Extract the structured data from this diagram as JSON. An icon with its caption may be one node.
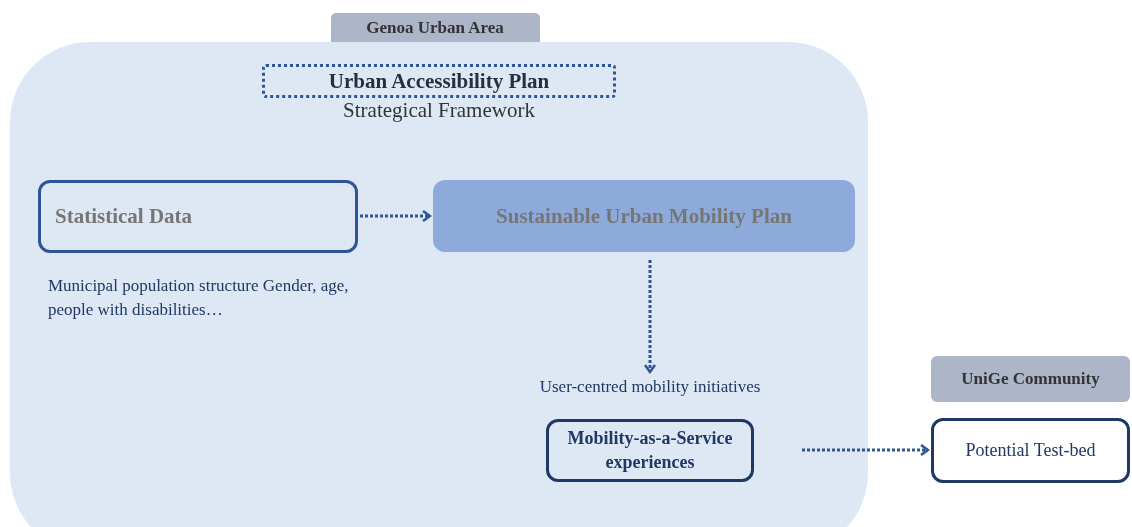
{
  "diagram": {
    "nodes": [
      {
        "text": [
          "Genoa Urban Area"
        ]
      },
      {
        "text": [
          "Urban Accessibility Plan"
        ],
        "beside": [
          "Strategical Framework"
        ],
        "in": 0
      },
      {
        "text": [
          "Statistical Data"
        ],
        "beside": [
          "Municipal population structure Gender, age, people with disabilities…"
        ],
        "in": 0
      },
      {
        "text": [
          "Sustainable Urban Mobility Plan"
        ],
        "in": 0
      },
      {
        "text": [
          "Mobility-as-a-Service experiences"
        ],
        "beside": [
          "User-centred mobility initiatives"
        ],
        "in": 0
      },
      {
        "text": [
          "UniGe Community"
        ]
      },
      {
        "text": [
          "Potential Test-bed"
        ]
      }
    ],
    "edges": [
      {
        "from": 2,
        "to": 3,
        "arrow": "to"
      },
      {
        "from": 3,
        "to": 4,
        "arrow": "to"
      },
      {
        "from": 4,
        "to": 6,
        "arrow": "to"
      }
    ]
  }
}
